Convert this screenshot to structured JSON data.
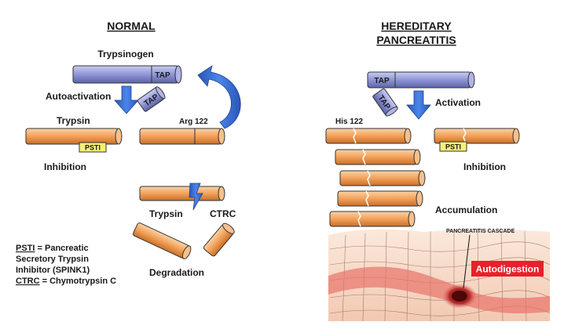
{
  "normal": {
    "heading": "NORMAL",
    "trypsinogen_label": "Trypsinogen",
    "tap_label": "TAP",
    "autoactivation_label": "Autoactivation",
    "trypsin_label": "Trypsin",
    "arg_label": "Arg 122",
    "psti_tag": "PSTI",
    "inhibition_label": "Inhibition",
    "trypsin_label2": "Trypsin",
    "ctrc_label": "CTRC",
    "degradation_label": "Degradation"
  },
  "key": {
    "psti_abbr": "PSTI",
    "psti_line1": " = Pancreatic",
    "psti_line2": "Secretory Trypsin",
    "psti_line3": "Inhibitor (SPINK1)",
    "ctrc_abbr": "CTRC",
    "ctrc_def": " = Chymotrypsin C"
  },
  "hereditary": {
    "heading_line1": "HEREDITARY",
    "heading_line2": "PANCREATITIS",
    "tap_label": "TAP",
    "activation_label": "Activation",
    "his_label": "His 122",
    "psti_tag": "PSTI",
    "inhibition_label": "Inhibition",
    "accumulation_label": "Accumulation",
    "cascade_label": "PANCREATITIS CASCADE",
    "autodigestion_label": "Autodigestion"
  },
  "colors": {
    "trypsinogen": "#8f96d6",
    "trypsin": "#f4a460",
    "psti": "#f7f07a",
    "arrow": "#3a6fd8",
    "autodigestion": "#e8202a"
  }
}
